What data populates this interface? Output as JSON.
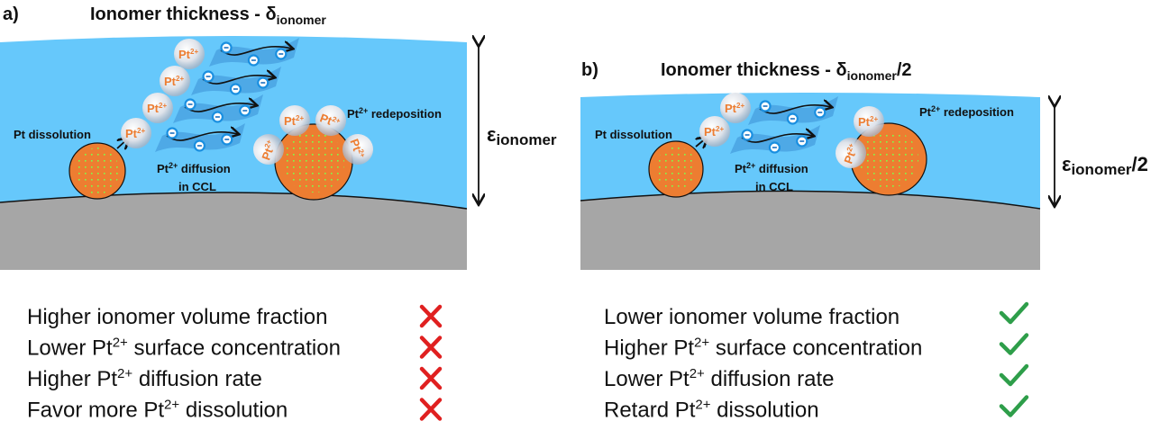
{
  "panel_a": {
    "letter": "a)",
    "title": "Ionomer thickness - δ",
    "title_sub": "ionomer",
    "thickness_symbol": "ε",
    "thickness_sub": "ionomer",
    "thickness_suffix": "",
    "label_dissolution": "Pt dissolution",
    "label_diffusion_pre": "Pt",
    "label_diffusion_sup": "2+",
    "label_diffusion_post": " diffusion",
    "label_diffusion_line2": "in CCL",
    "label_redeposition_pre": "Pt",
    "label_redeposition_sup": "2+",
    "label_redeposition_post": " redeposition",
    "list": [
      {
        "pre": "Higher ionomer volume fraction",
        "sup": "",
        "post": "",
        "mark": "cross"
      },
      {
        "pre": "Lower Pt",
        "sup": "2+",
        "post": " surface concentration",
        "mark": "cross"
      },
      {
        "pre": "Higher Pt",
        "sup": "2+",
        "post": " diffusion rate",
        "mark": "cross"
      },
      {
        "pre": "Favor more Pt",
        "sup": "2+",
        "post": " dissolution",
        "mark": "cross"
      }
    ]
  },
  "panel_b": {
    "letter": "b)",
    "title": "Ionomer thickness - δ",
    "title_sub": "ionomer",
    "title_suffix": "/2",
    "thickness_symbol": "ε",
    "thickness_sub": "ionomer",
    "thickness_suffix": "/2",
    "label_dissolution": "Pt dissolution",
    "label_diffusion_pre": "Pt",
    "label_diffusion_sup": "2+",
    "label_diffusion_post": " diffusion",
    "label_diffusion_line2": "in CCL",
    "label_redeposition_pre": "Pt",
    "label_redeposition_sup": "2+",
    "label_redeposition_post": " redeposition",
    "list": [
      {
        "pre": "Lower ionomer volume fraction",
        "sup": "",
        "post": "",
        "mark": "check"
      },
      {
        "pre": "Higher Pt",
        "sup": "2+",
        "post": " surface concentration",
        "mark": "check"
      },
      {
        "pre": "Lower Pt",
        "sup": "2+",
        "post": " diffusion rate",
        "mark": "check"
      },
      {
        "pre": "Retard Pt",
        "sup": "2+",
        "post": " dissolution",
        "mark": "check"
      }
    ]
  },
  "ion_label": {
    "base": "Pt",
    "sup": "2+"
  },
  "colors": {
    "ionomer": "#66c8fb",
    "carbon_support": "#a6a6a6",
    "pt_particle": "#ed7d31",
    "pt_dots": "#7cff4a",
    "ion_text": "#ed7d31",
    "cross": "#e02020",
    "check": "#2e9e4a"
  }
}
